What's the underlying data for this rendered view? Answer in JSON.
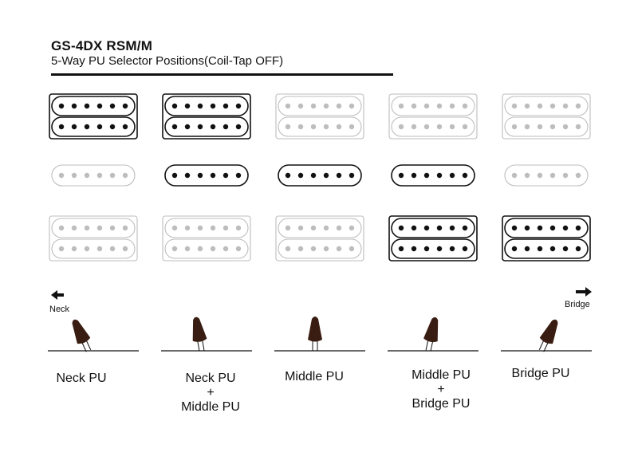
{
  "title": "GS-4DX RSM/M",
  "subtitle": "5-Way PU Selector Positions(Coil-Tap OFF)",
  "direction": {
    "left": "Neck",
    "right": "Bridge"
  },
  "positions": [
    {
      "lines": [
        "Neck PU"
      ],
      "active": {
        "neck": true,
        "middle": false,
        "bridge": false
      },
      "lever_angle": -25
    },
    {
      "lines": [
        "Neck PU",
        "+",
        "Middle PU"
      ],
      "active": {
        "neck": true,
        "middle": true,
        "bridge": false
      },
      "lever_angle": -10
    },
    {
      "lines": [
        "Middle PU"
      ],
      "active": {
        "neck": false,
        "middle": true,
        "bridge": false
      },
      "lever_angle": 0
    },
    {
      "lines": [
        "Middle PU",
        "+",
        "Bridge PU"
      ],
      "active": {
        "neck": false,
        "middle": true,
        "bridge": true
      },
      "lever_angle": 12
    },
    {
      "lines": [
        "Bridge PU"
      ],
      "active": {
        "neck": false,
        "middle": false,
        "bridge": true
      },
      "lever_angle": 25
    }
  ],
  "colors": {
    "active": "#111111",
    "inactive": "#bdbdbd",
    "lever": "#3a1d12"
  }
}
